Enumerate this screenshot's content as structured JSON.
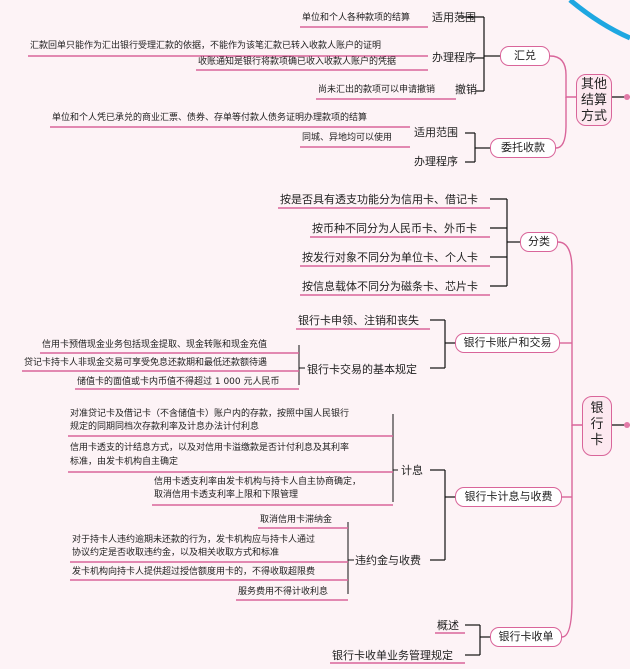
{
  "nodes": {
    "other": "其他结算方式",
    "bankcard": "银行卡",
    "huidui": "汇兑",
    "weituo": "委托收款",
    "classify": "分类",
    "account": "银行卡账户和交易",
    "interest": "银行卡计息与收费",
    "acquire": "银行卡收单"
  },
  "huidui": {
    "scope_label": "适用范围",
    "scope_text": "单位和个人各种款项的结算",
    "proc_label": "办理程序",
    "proc_text1": "汇款回单只能作为汇出银行受理汇款的依据，不能作为该笔汇款已转入收款人账户的证明",
    "proc_text2": "收账通知是银行将款项确已收入收款人账户的凭据",
    "cancel_label": "撤销",
    "cancel_text": "尚未汇出的款项可以申请撤销"
  },
  "weituo": {
    "scope_label": "适用范围",
    "scope_text1": "单位和个人凭已承兑的商业汇票、债券、存单等付款人债务证明办理款项的结算",
    "scope_text2": "同城、异地均可以使用",
    "proc_label": "办理程序"
  },
  "classify": [
    "按是否具有透支功能分为信用卡、借记卡",
    "按币种不同分为人民币卡、外币卡",
    "按发行对象不同分为单位卡、个人卡",
    "按信息载体不同分为磁条卡、芯片卡"
  ],
  "account": {
    "item1": "银行卡申领、注销和丧失",
    "item2": "银行卡交易的基本规定",
    "text1": "信用卡预借现金业务包括现金提取、现金转账和现金充值",
    "text2": "贷记卡持卡人非现金交易可享受免息还款期和最低还款额待遇",
    "text3": "储值卡的面值或卡内币值不得超过 1 000 元人民币"
  },
  "interest": {
    "calc_label": "计息",
    "calc1_l1": "对准贷记卡及借记卡（不含储值卡）账户内的存款，按照中国人民银行",
    "calc1_l2": "规定的同期同档次存款利率及计息办法计付利息",
    "calc2_l1": "信用卡透支的计结息方式，以及对信用卡溢缴款是否计付利息及其利率",
    "calc2_l2": "标准，由发卡机构自主确定",
    "calc3_l1": "信用卡透支利率由发卡机构与持卡人自主协商确定，",
    "calc3_l2": "取消信用卡透支利率上限和下限管理",
    "fee_label": "违约金与收费",
    "fee1": "取消信用卡滞纳金",
    "fee2_l1": "对于持卡人违约逾期未还款的行为，发卡机构应与持卡人通过",
    "fee2_l2": "协议约定是否收取违约金，以及相关收取方式和标准",
    "fee3": "发卡机构向持卡人提供超过授信额度用卡的，不得收取超限费",
    "fee4": "服务费用不得计收利息"
  },
  "acquire": {
    "item1": "概述",
    "item2": "银行卡收单业务管理规定"
  },
  "colors": {
    "line": "#111111",
    "accent": "#d9659a",
    "bg": "#fdf3f6",
    "arc": "#1ea7e1"
  }
}
